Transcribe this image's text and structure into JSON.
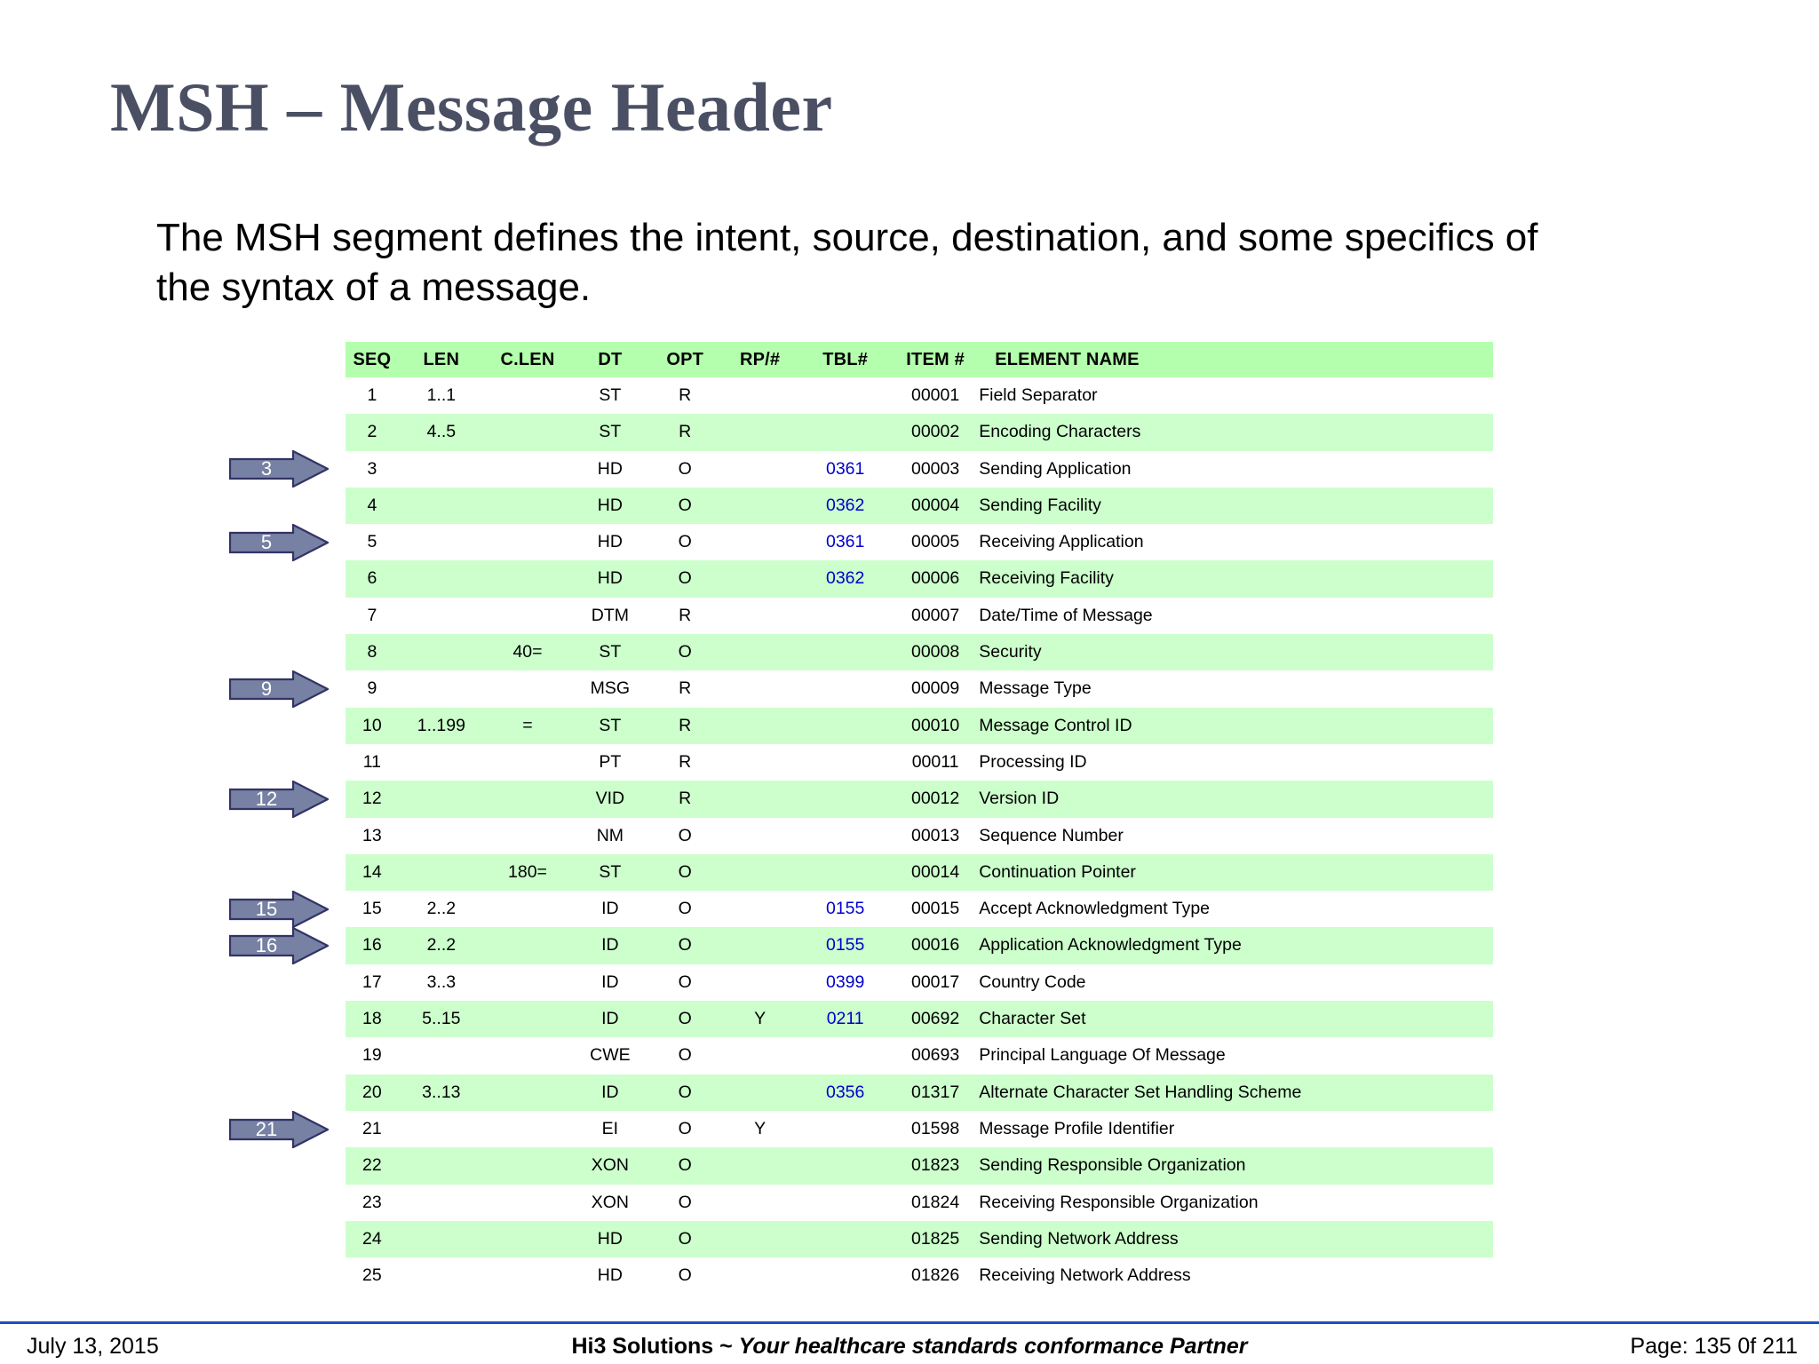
{
  "slide": {
    "title": "MSH – Message Header",
    "body": "The MSH segment defines the intent, source, destination, and some specifics of the syntax of a message."
  },
  "colors": {
    "title": "#4a4f63",
    "header_green": "#b4ffad",
    "row_green": "#ccffcc",
    "table_link": "#0000cc",
    "arrow_fill": "#7681a3",
    "arrow_border": "#333366",
    "footer_rule": "#1f4fbf"
  },
  "table": {
    "headers": {
      "seq": "SEQ",
      "len": "LEN",
      "clen": "C.LEN",
      "dt": "DT",
      "opt": "OPT",
      "rp": "RP/#",
      "tbl": "TBL#",
      "item": "ITEM #",
      "name": "ELEMENT NAME"
    },
    "rows": [
      {
        "seq": "1",
        "len": "1..1",
        "clen": "",
        "dt": "ST",
        "opt": "R",
        "rp": "",
        "tbl": "",
        "item": "00001",
        "name": "Field Separator"
      },
      {
        "seq": "2",
        "len": "4..5",
        "clen": "",
        "dt": "ST",
        "opt": "R",
        "rp": "",
        "tbl": "",
        "item": "00002",
        "name": "Encoding Characters"
      },
      {
        "seq": "3",
        "len": "",
        "clen": "",
        "dt": "HD",
        "opt": "O",
        "rp": "",
        "tbl": "0361",
        "item": "00003",
        "name": "Sending Application"
      },
      {
        "seq": "4",
        "len": "",
        "clen": "",
        "dt": "HD",
        "opt": "O",
        "rp": "",
        "tbl": "0362",
        "item": "00004",
        "name": "Sending Facility"
      },
      {
        "seq": "5",
        "len": "",
        "clen": "",
        "dt": "HD",
        "opt": "O",
        "rp": "",
        "tbl": "0361",
        "item": "00005",
        "name": "Receiving Application"
      },
      {
        "seq": "6",
        "len": "",
        "clen": "",
        "dt": "HD",
        "opt": "O",
        "rp": "",
        "tbl": "0362",
        "item": "00006",
        "name": "Receiving Facility"
      },
      {
        "seq": "7",
        "len": "",
        "clen": "",
        "dt": "DTM",
        "opt": "R",
        "rp": "",
        "tbl": "",
        "item": "00007",
        "name": "Date/Time of Message"
      },
      {
        "seq": "8",
        "len": "",
        "clen": "40=",
        "dt": "ST",
        "opt": "O",
        "rp": "",
        "tbl": "",
        "item": "00008",
        "name": "Security"
      },
      {
        "seq": "9",
        "len": "",
        "clen": "",
        "dt": "MSG",
        "opt": "R",
        "rp": "",
        "tbl": "",
        "item": "00009",
        "name": "Message Type"
      },
      {
        "seq": "10",
        "len": "1..199",
        "clen": "=",
        "dt": "ST",
        "opt": "R",
        "rp": "",
        "tbl": "",
        "item": "00010",
        "name": "Message Control ID"
      },
      {
        "seq": "11",
        "len": "",
        "clen": "",
        "dt": "PT",
        "opt": "R",
        "rp": "",
        "tbl": "",
        "item": "00011",
        "name": "Processing ID"
      },
      {
        "seq": "12",
        "len": "",
        "clen": "",
        "dt": "VID",
        "opt": "R",
        "rp": "",
        "tbl": "",
        "item": "00012",
        "name": "Version ID"
      },
      {
        "seq": "13",
        "len": "",
        "clen": "",
        "dt": "NM",
        "opt": "O",
        "rp": "",
        "tbl": "",
        "item": "00013",
        "name": "Sequence Number"
      },
      {
        "seq": "14",
        "len": "",
        "clen": "180=",
        "dt": "ST",
        "opt": "O",
        "rp": "",
        "tbl": "",
        "item": "00014",
        "name": "Continuation Pointer"
      },
      {
        "seq": "15",
        "len": "2..2",
        "clen": "",
        "dt": "ID",
        "opt": "O",
        "rp": "",
        "tbl": "0155",
        "item": "00015",
        "name": "Accept Acknowledgment Type"
      },
      {
        "seq": "16",
        "len": "2..2",
        "clen": "",
        "dt": "ID",
        "opt": "O",
        "rp": "",
        "tbl": "0155",
        "item": "00016",
        "name": "Application Acknowledgment Type"
      },
      {
        "seq": "17",
        "len": "3..3",
        "clen": "",
        "dt": "ID",
        "opt": "O",
        "rp": "",
        "tbl": "0399",
        "item": "00017",
        "name": "Country Code"
      },
      {
        "seq": "18",
        "len": "5..15",
        "clen": "",
        "dt": "ID",
        "opt": "O",
        "rp": "Y",
        "tbl": "0211",
        "item": "00692",
        "name": "Character Set"
      },
      {
        "seq": "19",
        "len": "",
        "clen": "",
        "dt": "CWE",
        "opt": "O",
        "rp": "",
        "tbl": "",
        "item": "00693",
        "name": "Principal Language Of Message"
      },
      {
        "seq": "20",
        "len": "3..13",
        "clen": "",
        "dt": "ID",
        "opt": "O",
        "rp": "",
        "tbl": "0356",
        "item": "01317",
        "name": "Alternate Character Set Handling Scheme"
      },
      {
        "seq": "21",
        "len": "",
        "clen": "",
        "dt": "EI",
        "opt": "O",
        "rp": "Y",
        "tbl": "",
        "item": "01598",
        "name": "Message Profile Identifier"
      },
      {
        "seq": "22",
        "len": "",
        "clen": "",
        "dt": "XON",
        "opt": "O",
        "rp": "",
        "tbl": "",
        "item": "01823",
        "name": "Sending Responsible Organization"
      },
      {
        "seq": "23",
        "len": "",
        "clen": "",
        "dt": "XON",
        "opt": "O",
        "rp": "",
        "tbl": "",
        "item": "01824",
        "name": "Receiving Responsible Organization"
      },
      {
        "seq": "24",
        "len": "",
        "clen": "",
        "dt": "HD",
        "opt": "O",
        "rp": "",
        "tbl": "",
        "item": "01825",
        "name": "Sending Network Address"
      },
      {
        "seq": "25",
        "len": "",
        "clen": "",
        "dt": "HD",
        "opt": "O",
        "rp": "",
        "tbl": "",
        "item": "01826",
        "name": "Receiving Network Address"
      }
    ]
  },
  "callouts": [
    {
      "label": "3",
      "row": 3
    },
    {
      "label": "5",
      "row": 5
    },
    {
      "label": "9",
      "row": 9
    },
    {
      "label": "12",
      "row": 12
    },
    {
      "label": "15",
      "row": 15
    },
    {
      "label": "16",
      "row": 16
    },
    {
      "label": "21",
      "row": 21
    }
  ],
  "footer": {
    "date": "July 13, 2015",
    "center_bold": "Hi3 Solutions ~ ",
    "center_italic": "Your healthcare standards conformance Partner",
    "page": "Page: 135 0f 211"
  }
}
